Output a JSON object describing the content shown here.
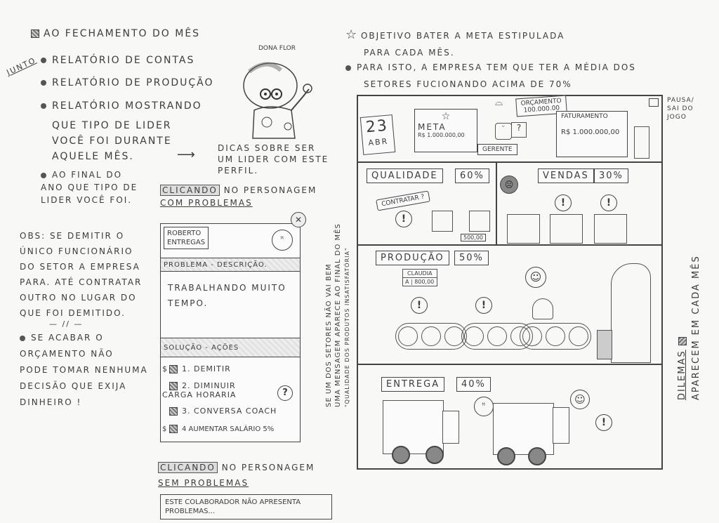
{
  "left_notes": {
    "title": "Ao fechamento do mês",
    "junto": "Junto",
    "bullets": [
      "Relatório de contas",
      "Relatório de produção",
      "Relatório mostrando"
    ],
    "bullet3_lines": [
      "que tipo de lider",
      "você foi durante",
      "aquele mês."
    ],
    "tips_arrow_text": [
      "Dicas sobre ser",
      "um lider com este",
      "perfil."
    ],
    "year_end": [
      "Ao final do",
      "ano que tipo de",
      "lider você foi."
    ],
    "character_name": "Dona Flor"
  },
  "click_with_problems": {
    "clicando": "Clicando",
    "rest": "no personagem",
    "line2": "com problemas"
  },
  "obs_note": [
    "OBS: Se demitir o",
    "único funcionário",
    "do setor a empresa",
    "para. Até contratar",
    "outro no lugar do",
    "que foi demitido."
  ],
  "separator": "— // —",
  "budget_note": [
    "Se acabar o",
    "orçamento não",
    "pode tomar nenhuma",
    "decisão que exija",
    "dinheiro !"
  ],
  "dialog": {
    "employee_name": [
      "Roberto",
      "Entregas"
    ],
    "problem_header": "Problema - descrição.",
    "problem_text": [
      "Trabalhando muito",
      "tempo."
    ],
    "solution_header": "Solução - ações",
    "actions": [
      {
        "cost": "$",
        "label": "1. Demitir"
      },
      {
        "cost": "",
        "label": "2. Diminuir carga horaria"
      },
      {
        "cost": "",
        "label": "3. Conversa coach"
      },
      {
        "cost": "$",
        "label": "4 Aumentar salário 5%"
      }
    ],
    "help": "?",
    "close": "✕"
  },
  "click_no_problems": {
    "clicando": "Clicando",
    "rest": "no personagem",
    "line2": "sem problemas",
    "message": [
      "Este colaborador não apresenta",
      "problemas..."
    ]
  },
  "objective": {
    "text": [
      "Objetivo bater a meta estipulada",
      "para cada mês."
    ],
    "bullet": [
      "Para isto, a empresa tem que ter a média dos",
      "setores fucionando acima de 70%"
    ]
  },
  "game": {
    "date_day": "23",
    "date_month": "Abr",
    "meta_label": "Meta",
    "meta_value": "R$ 1.000.000,00",
    "budget_label": "Orçamento",
    "budget_value": "100.000.00",
    "manager": "Gerente",
    "revenue_label": "Faturamento",
    "revenue_value": "R$ 1.000.000,00",
    "pause_label": [
      "Pausa/",
      "sai do",
      "jogo"
    ],
    "sectors": [
      {
        "name": "Qualidade",
        "pct": "60%"
      },
      {
        "name": "Vendas",
        "pct": "30%"
      },
      {
        "name": "Produção",
        "pct": "50%"
      },
      {
        "name": "Entrega",
        "pct": "40%"
      }
    ],
    "hire_bubble": "Contratar ?",
    "hire_cost": "500,00",
    "worker_tag_name": "Claudia",
    "worker_tag_grade": "A",
    "worker_tag_salary": "800,00"
  },
  "side_notes": {
    "month_message": [
      "Se um dos setores não vai bem",
      "uma mensagem aparece ao final do mês",
      "\"qualidade dos produtos insatisfatória\""
    ],
    "dilemmas": [
      "Dilemas",
      "aparecem em cada mês"
    ]
  }
}
